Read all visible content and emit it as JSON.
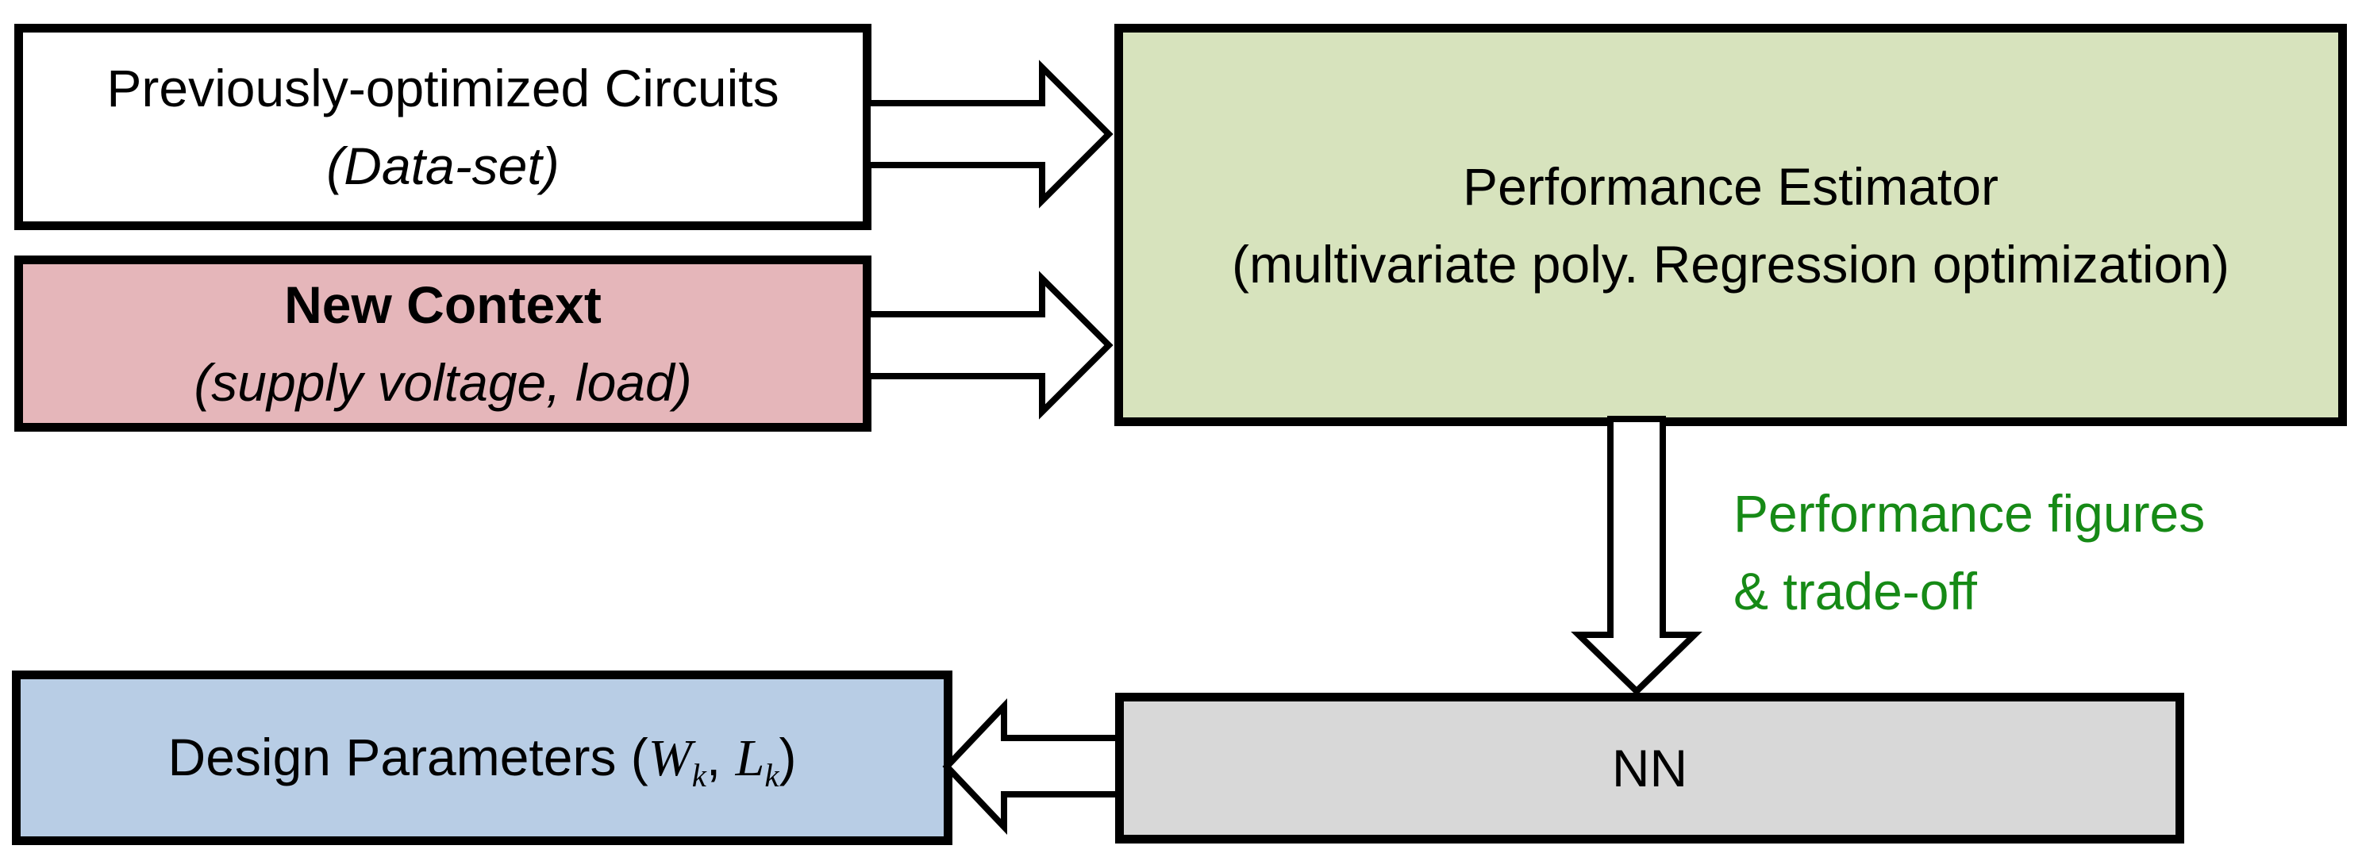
{
  "boxes": {
    "dataset": {
      "line1": "Previously-optimized Circuits",
      "line2": "(Data-set)",
      "bg": "#ffffff"
    },
    "context": {
      "line1": "New Context",
      "line2": "(supply voltage, load)",
      "bg": "#e5b6ba"
    },
    "estimator": {
      "line1": "Performance Estimator",
      "line2": "(multivariate poly. Regression optimization)",
      "bg": "#d7e3bd"
    },
    "nn": {
      "label": "NN",
      "bg": "#d8d8d8"
    },
    "design": {
      "prefix": "Design Parameters (",
      "var1": "W",
      "sub1": "k",
      "comma": ", ",
      "var2": "L",
      "sub2": "k",
      "close": ")",
      "bg": "#b8cde5"
    }
  },
  "annotations": {
    "arrow_label": {
      "line1": "Performance figures",
      "line2": "& trade-off",
      "color": "#168a16"
    }
  },
  "colors": {
    "outline": "#000000",
    "arrow_fill": "#ffffff",
    "text": "#000000",
    "background": "#ffffff"
  }
}
